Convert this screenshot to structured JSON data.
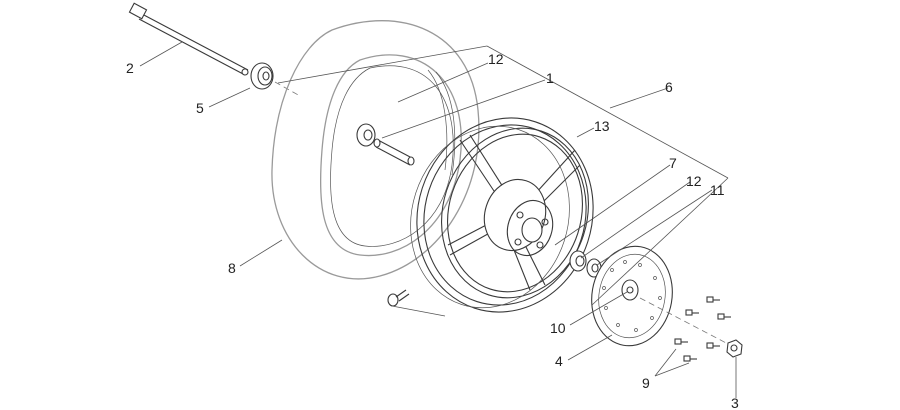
{
  "diagram": {
    "callouts": [
      {
        "id": "2",
        "label": "2"
      },
      {
        "id": "5",
        "label": "5"
      },
      {
        "id": "12-top",
        "label": "12"
      },
      {
        "id": "1",
        "label": "1"
      },
      {
        "id": "6",
        "label": "6"
      },
      {
        "id": "13",
        "label": "13"
      },
      {
        "id": "7",
        "label": "7"
      },
      {
        "id": "12-right",
        "label": "12"
      },
      {
        "id": "11",
        "label": "11"
      },
      {
        "id": "8",
        "label": "8"
      },
      {
        "id": "10",
        "label": "10"
      },
      {
        "id": "4",
        "label": "4"
      },
      {
        "id": "9",
        "label": "9"
      },
      {
        "id": "3",
        "label": "3"
      }
    ]
  },
  "colors": {
    "line": "#3a3a3a",
    "tire": "#9a9a9a",
    "text": "#222222",
    "background": "#ffffff"
  }
}
